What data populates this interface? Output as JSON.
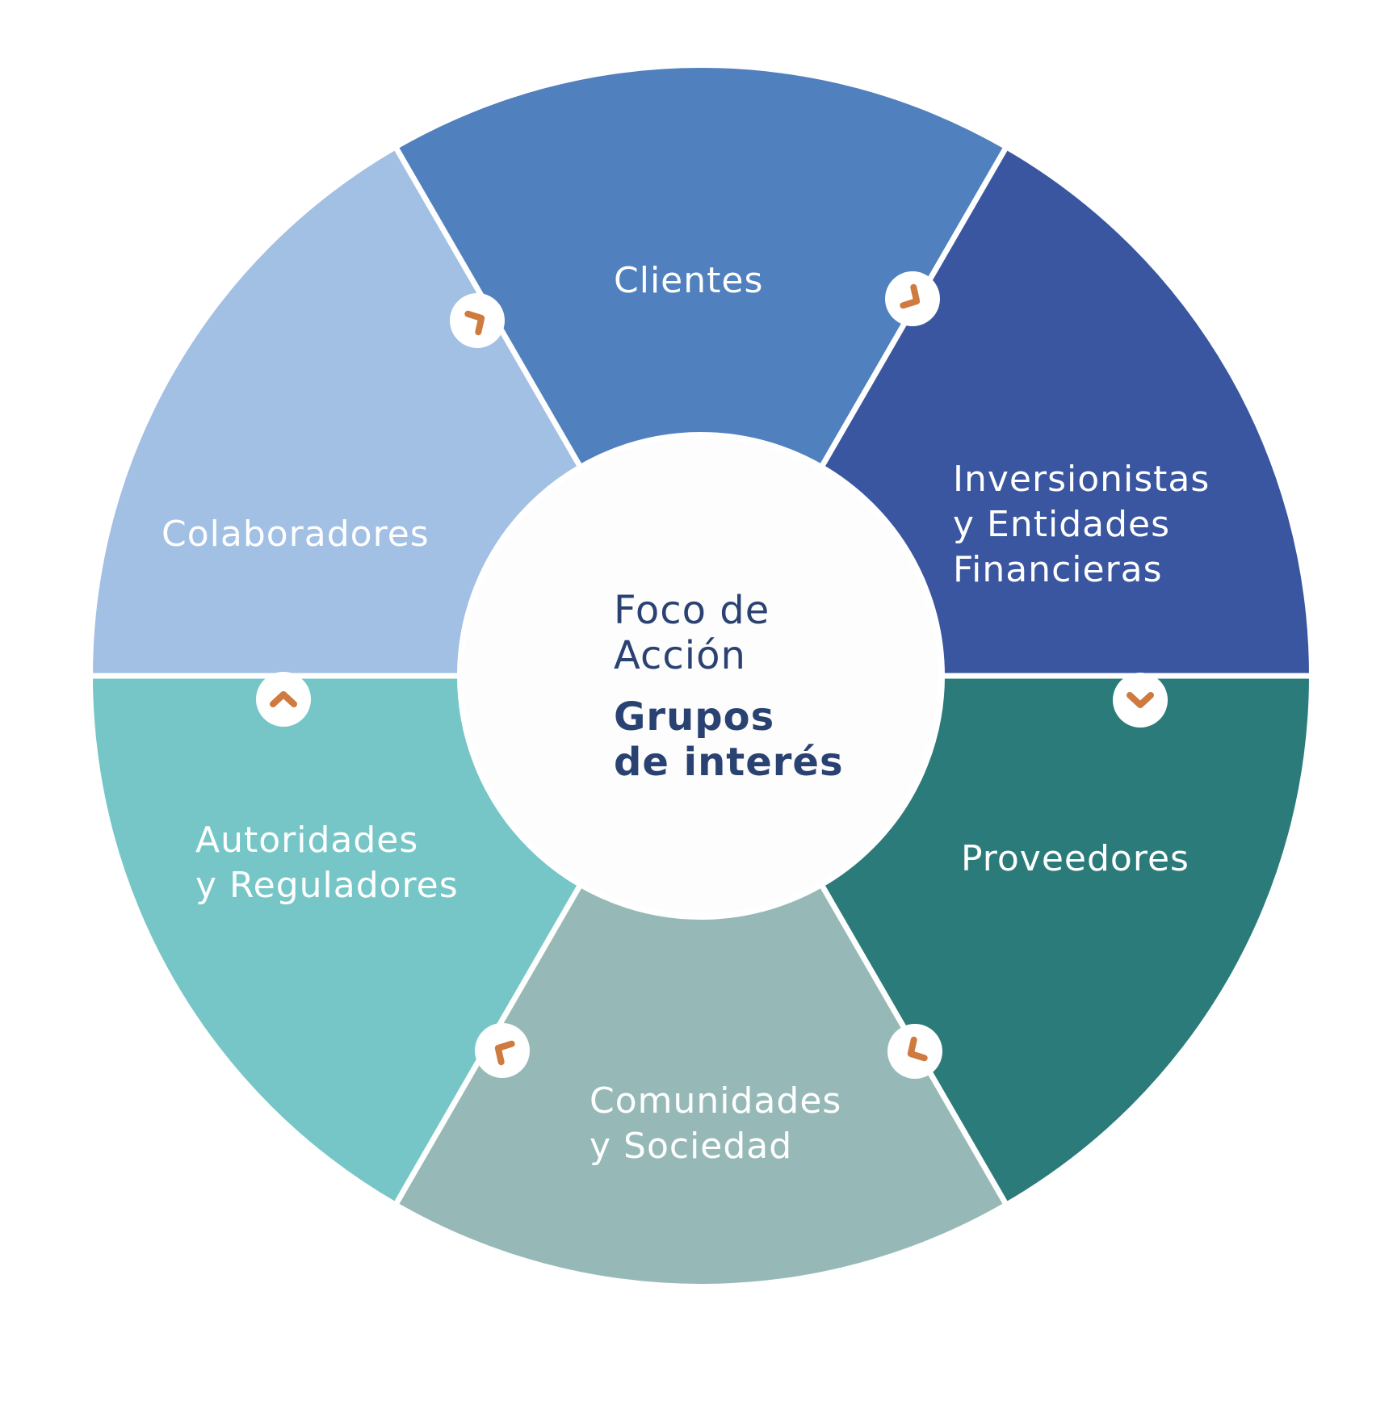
{
  "center": {
    "title": [
      "Foco de",
      "Acción"
    ],
    "subtitle": [
      "Grupos",
      "de interés"
    ]
  },
  "segments": [
    {
      "id": "clientes",
      "lines": [
        "Clientes"
      ],
      "color": "#5080bd"
    },
    {
      "id": "inversionistas",
      "lines": [
        "Inversionistas",
        "y Entidades",
        "Financieras"
      ],
      "color": "#3a56a0"
    },
    {
      "id": "proveedores",
      "lines": [
        "Proveedores"
      ],
      "color": "#2c7b7b"
    },
    {
      "id": "comunidades",
      "lines": [
        "Comunidades",
        "y Sociedad"
      ],
      "color": "#96b9b8"
    },
    {
      "id": "autoridades",
      "lines": [
        "Autoridades",
        "y Reguladores"
      ],
      "color": "#76c6c7"
    },
    {
      "id": "colaboradores",
      "lines": [
        "Colaboradores"
      ],
      "color": "#a2bfe4"
    }
  ],
  "colors": {
    "center_fill": "#fdfdfd",
    "center_text": "#2a4272",
    "divider": "#ffffff",
    "arrow": "#cf7a3f"
  },
  "connector_icon": "chevron-arrow-icon"
}
